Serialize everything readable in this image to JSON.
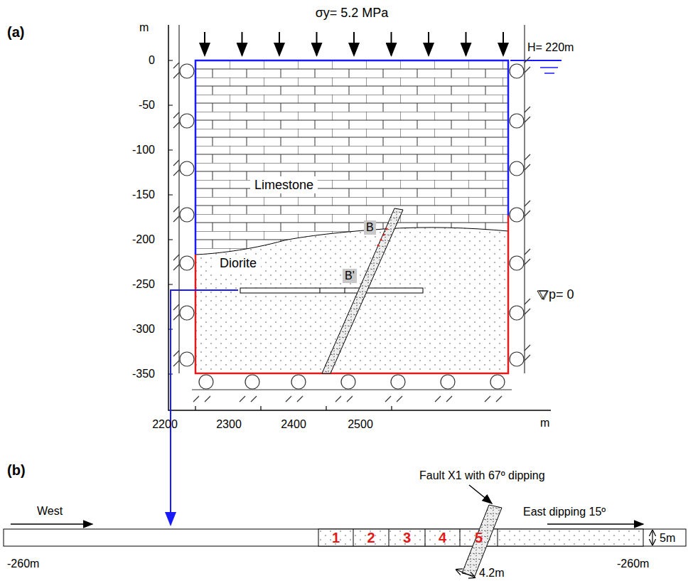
{
  "diagram": {
    "nodes": [
      {
        "text": [
          "Limestone"
        ]
      },
      {
        "text": [
          "Diorite"
        ]
      },
      {
        "text": [
          "1"
        ]
      },
      {
        "text": [
          "2"
        ]
      },
      {
        "text": [
          "3"
        ]
      },
      {
        "text": [
          "4"
        ]
      },
      {
        "text": [
          "5"
        ]
      }
    ],
    "labels": [
      "(a)",
      "σy= 5.2 MPa",
      "m",
      "0",
      "-50",
      "-100",
      "-150",
      "-200",
      "-250",
      "-300",
      "-350",
      "H= 220m",
      "B",
      "B'",
      "▽p= 0",
      "2200",
      "2300",
      "2400",
      "2500",
      "m",
      "(b)",
      "West",
      "Fault X1 with 67º dipping",
      "East dipping 15º",
      "5m",
      "-260m",
      "-260m",
      "4.2m"
    ]
  }
}
